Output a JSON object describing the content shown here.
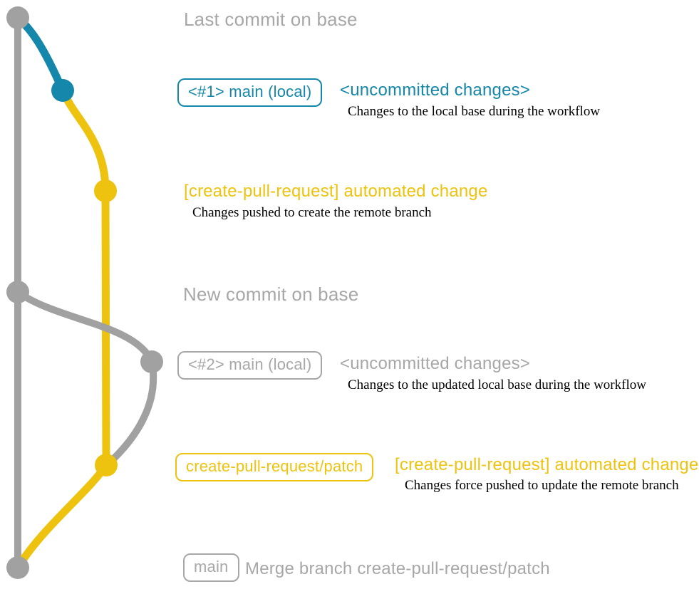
{
  "colors": {
    "gray": "#a1a1a1",
    "teal": "#1487aa",
    "yellow": "#eec30f",
    "note_text": "#000000"
  },
  "annotations": {
    "last_commit": "Last commit on base",
    "new_commit": "New commit on base"
  },
  "commits": [
    {
      "branch_tag": "<#1> main (local)",
      "message": "<uncommitted changes>",
      "note": "Changes to the local base during the workflow",
      "color": "teal"
    },
    {
      "message": "[create-pull-request] automated change",
      "note": "Changes pushed to create the remote branch",
      "color": "yellow"
    },
    {
      "branch_tag": "<#2> main (local)",
      "message": "<uncommitted changes>",
      "note": "Changes to the updated local base during the workflow",
      "color": "gray"
    },
    {
      "branch_tag": "create-pull-request/patch",
      "message": "[create-pull-request] automated change",
      "note": "Changes force pushed to update the remote branch",
      "color": "yellow"
    },
    {
      "branch_tag": "main",
      "message": "Merge branch create-pull-request/patch",
      "color": "gray"
    }
  ]
}
